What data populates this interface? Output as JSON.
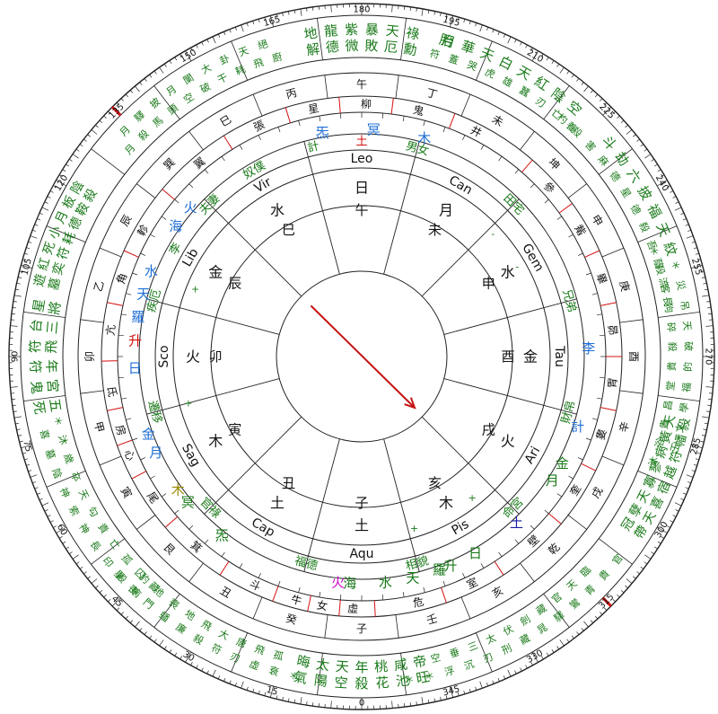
{
  "colors": {
    "ink": "#111111",
    "green": "#1a7a1a",
    "blue": "#1f6fd6",
    "navy": "#1a1aa6",
    "red": "#d41010",
    "magenta": "#d010d0",
    "olive": "#9a8a00",
    "pointer": "#c41414"
  },
  "degree_labels": [
    "0",
    "15",
    "30",
    "45",
    "60",
    "75",
    "90",
    "105",
    "120",
    "135",
    "150",
    "165",
    "180",
    "195",
    "210",
    "225",
    "240",
    "255",
    "270",
    "285",
    "300",
    "315",
    "330",
    "345"
  ],
  "markers": {
    "outer_315": "315",
    "outer_135": "135"
  },
  "outer_ring": [
    {
      "deg": 180,
      "color": "green",
      "lines": [
        "地龍紫暴天祿",
        "解德微敗厄勳"
      ]
    },
    {
      "deg": 195,
      "color": "green",
      "lines": [
        "胎"
      ]
    },
    {
      "deg": 208,
      "color": "green",
      "lines": [
        "月華天白天紅陰空",
        "符蓋哭虎雄蠶刃亡養"
      ]
    },
    {
      "deg": 240,
      "color": "green",
      "lines": [
        "斗劫六披福天紋",
        "杓殺害麻德星德殺吾蔭流長"
      ]
    },
    {
      "deg": 270,
      "color": "green",
      "lines": [
        "＊災吊天破的福學文玉",
        "＊殺客狗碎殺貴堂昌貴浴沐"
      ]
    },
    {
      "deg": 292,
      "color": "green",
      "lines": [
        "殺天",
        "幡黃",
        "符病",
        "越蓼",
        "宿寡",
        "喜天",
        "天孽",
        "帶冠"
      ]
    },
    {
      "deg": 330,
      "color": "green",
      "lines": [
        "官貴青鸞驛晁藏刑刃沉浮＊＊",
        "臨天官藏劍伏太三垂空"
      ]
    },
    {
      "deg": 0,
      "color": "green",
      "lines": [
        "旺池花殺空陽氣",
        "帝咸桃年天太晦"
      ]
    },
    {
      "deg": 30,
      "color": "green",
      "lines": [
        "＊衰虛刃符殺廉蟠門喪星",
        "孤飛唐大飛地喪地豹"
      ]
    },
    {
      "deg": 60,
      "color": "green",
      "lines": [
        "病殿印長神索神陰墓喜",
        "藏囚孤亡貴勾天卒歲沐＊"
      ]
    },
    {
      "deg": 90,
      "color": "green",
      "lines": [
        "死鬼符符台星",
        "五宮年飛三將"
      ]
    },
    {
      "deg": 112,
      "color": "green",
      "lines": [
        "遊墓",
        "紅奕",
        "死符",
        "小耗",
        "月德",
        "板鞍",
        "陰殺"
      ]
    },
    {
      "deg": 148,
      "color": "green",
      "lines": [
        "月驛披月闌大卦天絕",
        "月殺馬頭空破干耗飛廚"
      ]
    }
  ],
  "branch_ring": [
    {
      "deg": 180,
      "text": "午"
    },
    {
      "deg": 195,
      "text": "丁"
    },
    {
      "deg": 210,
      "text": "未"
    },
    {
      "deg": 225,
      "text": "坤"
    },
    {
      "deg": 240,
      "text": "申"
    },
    {
      "deg": 255,
      "text": "庚"
    },
    {
      "deg": 270,
      "text": "酉"
    },
    {
      "deg": 285,
      "text": "辛"
    },
    {
      "deg": 300,
      "text": "戌"
    },
    {
      "deg": 315,
      "text": "乾"
    },
    {
      "deg": 330,
      "text": "亥"
    },
    {
      "deg": 345,
      "text": "壬"
    },
    {
      "deg": 0,
      "text": "子"
    },
    {
      "deg": 15,
      "text": "癸"
    },
    {
      "deg": 30,
      "text": "丑"
    },
    {
      "deg": 45,
      "text": "艮"
    },
    {
      "deg": 60,
      "text": "寅"
    },
    {
      "deg": 75,
      "text": "甲"
    },
    {
      "deg": 90,
      "text": "卯"
    },
    {
      "deg": 105,
      "text": "乙"
    },
    {
      "deg": 120,
      "text": "辰"
    },
    {
      "deg": 135,
      "text": "巽"
    },
    {
      "deg": 150,
      "text": "巳"
    },
    {
      "deg": 165,
      "text": "丙"
    }
  ],
  "planet_ring": [
    {
      "deg": 170,
      "text": "炁",
      "color": "blue"
    },
    {
      "deg": 183,
      "text": "冥",
      "color": "blue"
    },
    {
      "deg": 196,
      "text": "木",
      "color": "blue"
    },
    {
      "deg": 268,
      "text": "李",
      "color": "blue"
    },
    {
      "deg": 288,
      "text": "計",
      "color": "blue"
    },
    {
      "deg": 303,
      "text": "月",
      "color": "green"
    },
    {
      "deg": 298,
      "text": "金",
      "color": "green"
    },
    {
      "deg": 317,
      "text": "土",
      "color": "navy"
    },
    {
      "deg": 337,
      "text": "升",
      "color": "green"
    },
    {
      "deg": 330,
      "text": "日",
      "color": "green"
    },
    {
      "deg": 340,
      "text": "羅",
      "color": "green"
    },
    {
      "deg": 347,
      "text": "天",
      "color": "green"
    },
    {
      "deg": 354,
      "text": "水",
      "color": "green"
    },
    {
      "deg": 363,
      "text": "海",
      "color": "green"
    },
    {
      "deg": 6,
      "text": "火",
      "color": "magenta"
    },
    {
      "deg": 38,
      "text": "炁",
      "color": "green"
    },
    {
      "deg": 50,
      "text": "冥",
      "color": "green"
    },
    {
      "deg": 54,
      "text": "木",
      "color": "olive"
    },
    {
      "deg": 65,
      "text": "月",
      "color": "blue"
    },
    {
      "deg": 70,
      "text": "金",
      "color": "blue"
    },
    {
      "deg": 87,
      "text": "日",
      "color": "blue"
    },
    {
      "deg": 94,
      "text": "升",
      "color": "red"
    },
    {
      "deg": 100,
      "text": "羅",
      "color": "blue"
    },
    {
      "deg": 106,
      "text": "天",
      "color": "blue"
    },
    {
      "deg": 112,
      "text": "水",
      "color": "blue"
    },
    {
      "deg": 125,
      "text": "海",
      "color": "blue"
    },
    {
      "deg": 131,
      "text": "火",
      "color": "blue"
    }
  ],
  "mansion_ring": [
    {
      "deg": 169,
      "text": "星"
    },
    {
      "deg": 181,
      "text": "柳"
    },
    {
      "deg": 193,
      "text": "鬼"
    },
    {
      "deg": 207,
      "text": "井"
    },
    {
      "deg": 228,
      "text": "參"
    },
    {
      "deg": 240,
      "text": "觜"
    },
    {
      "deg": 252,
      "text": "畢"
    },
    {
      "deg": 264,
      "text": "昴"
    },
    {
      "deg": 276,
      "text": "胃"
    },
    {
      "deg": 288,
      "text": "婁"
    },
    {
      "deg": 302,
      "text": "奎"
    },
    {
      "deg": 317,
      "text": "壁"
    },
    {
      "deg": 334,
      "text": "室"
    },
    {
      "deg": 347,
      "text": "危"
    },
    {
      "deg": 2,
      "text": "虛"
    },
    {
      "deg": 9,
      "text": "女"
    },
    {
      "deg": 15,
      "text": "牛"
    },
    {
      "deg": 25,
      "text": "斗"
    },
    {
      "deg": 41,
      "text": "箕"
    },
    {
      "deg": 56,
      "text": "尾"
    },
    {
      "deg": 67,
      "text": "心"
    },
    {
      "deg": 73,
      "text": "房"
    },
    {
      "deg": 82,
      "text": "氐"
    },
    {
      "deg": 96,
      "text": "亢"
    },
    {
      "deg": 108,
      "text": "角"
    },
    {
      "deg": 120,
      "text": "軫"
    },
    {
      "deg": 140,
      "text": "翼"
    },
    {
      "deg": 156,
      "text": "張"
    }
  ],
  "palace_ring": [
    {
      "deg": 180,
      "lines": [
        "土"
      ],
      "color": "red"
    },
    {
      "deg": 167,
      "lines": [
        "計"
      ],
      "color": "green"
    },
    {
      "deg": 150,
      "lines": [
        "奴僕"
      ],
      "color": "green"
    },
    {
      "deg": 195,
      "lines": [
        "男女"
      ],
      "color": "green"
    },
    {
      "deg": 225,
      "lines": [
        "田宅"
      ],
      "color": "green"
    },
    {
      "deg": 255,
      "lines": [
        "兄弟"
      ],
      "color": "green"
    },
    {
      "deg": 285,
      "lines": [
        "財帛"
      ],
      "color": "green"
    },
    {
      "deg": 315,
      "lines": [
        "命宮"
      ],
      "color": "green"
    },
    {
      "deg": 345,
      "lines": [
        "相貌"
      ],
      "color": "green"
    },
    {
      "deg": 15,
      "lines": [
        "福德"
      ],
      "color": "green"
    },
    {
      "deg": 45,
      "lines": [
        "官祿"
      ],
      "color": "green"
    },
    {
      "deg": 75,
      "lines": [
        "遷移"
      ],
      "color": "green"
    },
    {
      "deg": 105,
      "lines": [
        "疾厄"
      ],
      "color": "green"
    },
    {
      "deg": 135,
      "lines": [
        "夫妻"
      ],
      "color": "green"
    },
    {
      "deg": 120,
      "lines": [
        "李"
      ],
      "color": "green"
    }
  ],
  "sign_ring": [
    {
      "deg": 180,
      "text": "Leo"
    },
    {
      "deg": 210,
      "text": "Can"
    },
    {
      "deg": 240,
      "text": "Gem"
    },
    {
      "deg": 270,
      "text": "Tau"
    },
    {
      "deg": 300,
      "text": "Ari"
    },
    {
      "deg": 330,
      "text": "Pis"
    },
    {
      "deg": 0,
      "text": "Aqu"
    },
    {
      "deg": 30,
      "text": "Cap"
    },
    {
      "deg": 60,
      "text": "Sag"
    },
    {
      "deg": 90,
      "text": "Sco"
    },
    {
      "deg": 120,
      "text": "Lib"
    },
    {
      "deg": 150,
      "text": "Vir"
    }
  ],
  "house_ring": [
    {
      "deg": 180,
      "lines": [
        "日",
        "午"
      ]
    },
    {
      "deg": 210,
      "lines": [
        "月",
        "未"
      ]
    },
    {
      "deg": 240,
      "lines": [
        "水",
        "申"
      ]
    },
    {
      "deg": 270,
      "lines": [
        "金",
        "酉"
      ]
    },
    {
      "deg": 300,
      "lines": [
        "火",
        "戌"
      ]
    },
    {
      "deg": 330,
      "lines": [
        "木",
        "亥"
      ]
    },
    {
      "deg": 0,
      "lines": [
        "土",
        "子"
      ]
    },
    {
      "deg": 30,
      "lines": [
        "土",
        "丑"
      ]
    },
    {
      "deg": 60,
      "lines": [
        "木",
        "寅"
      ]
    },
    {
      "deg": 90,
      "lines": [
        "火",
        "卯"
      ]
    },
    {
      "deg": 120,
      "lines": [
        "金",
        "辰"
      ]
    },
    {
      "deg": 150,
      "lines": [
        "水",
        "巳"
      ]
    }
  ],
  "house_signs": [
    {
      "deg": 322,
      "text": "+"
    },
    {
      "deg": 343,
      "text": "+"
    },
    {
      "deg": 75,
      "text": "+"
    },
    {
      "deg": 112,
      "text": "+"
    },
    {
      "deg": 240,
      "text": "-"
    },
    {
      "deg": 227,
      "text": "-"
    }
  ],
  "pointer": {
    "from_deg": 135,
    "to_deg": 314
  }
}
